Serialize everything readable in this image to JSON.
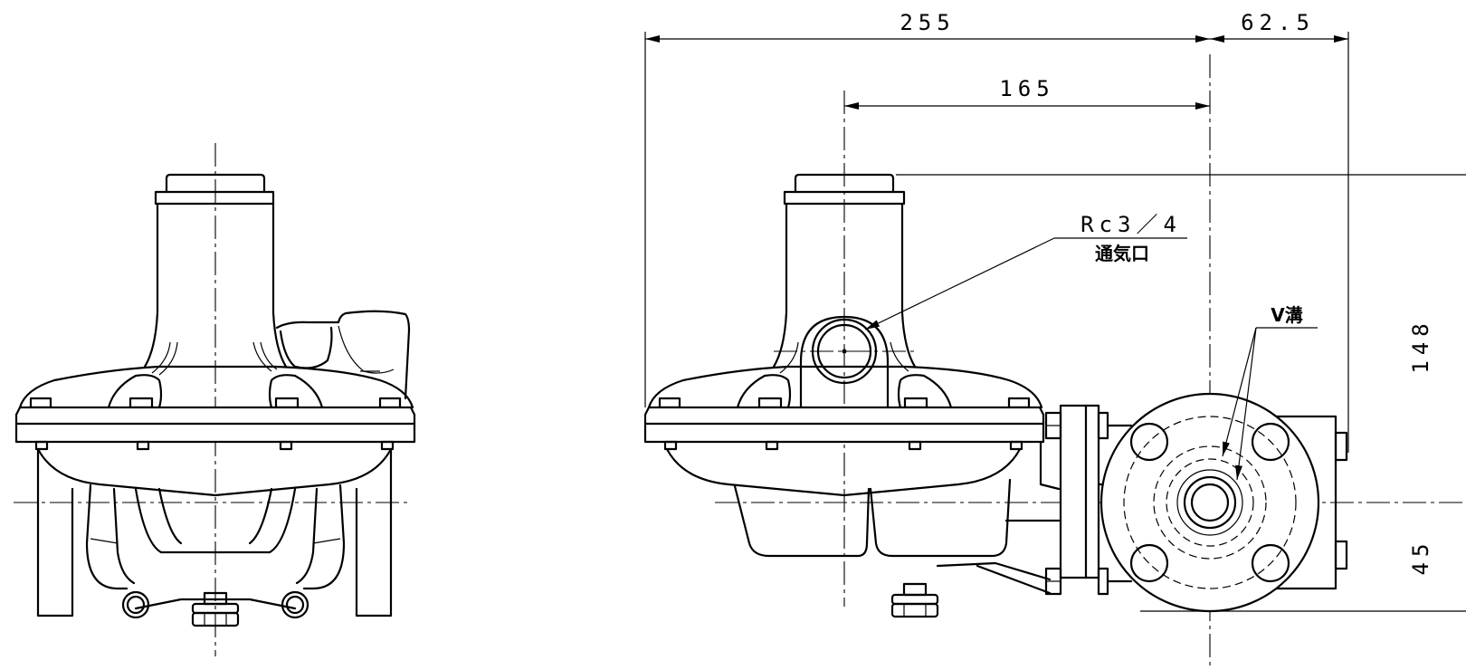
{
  "dimensions": {
    "overall_width": "255",
    "outlet_width": "62.5",
    "vent_offset": "165",
    "height_upper": "148",
    "height_lower": "45"
  },
  "callouts": {
    "vent_size": "Rc3／4",
    "vent_name": "通気口",
    "v_groove": "V溝"
  },
  "colors": {
    "line": "#000000",
    "background": "#ffffff"
  }
}
